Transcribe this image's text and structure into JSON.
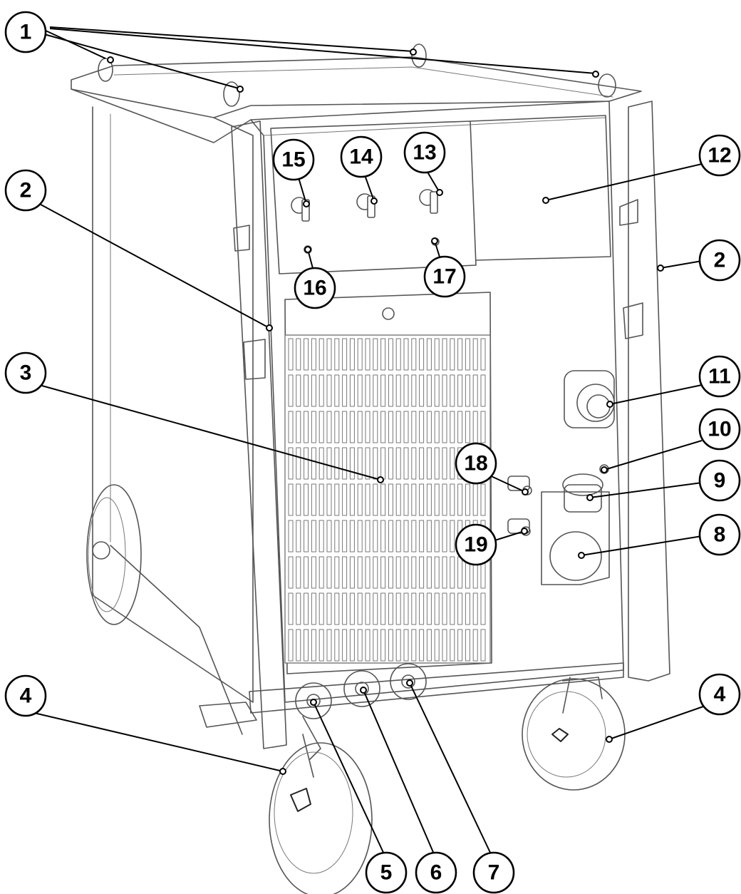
{
  "callouts": [
    {
      "id": "c1",
      "label": "1"
    },
    {
      "id": "c2a",
      "label": "2"
    },
    {
      "id": "c2b",
      "label": "2"
    },
    {
      "id": "c3",
      "label": "3"
    },
    {
      "id": "c4a",
      "label": "4"
    },
    {
      "id": "c4b",
      "label": "4"
    },
    {
      "id": "c5",
      "label": "5"
    },
    {
      "id": "c6",
      "label": "6"
    },
    {
      "id": "c7",
      "label": "7"
    },
    {
      "id": "c8",
      "label": "8"
    },
    {
      "id": "c9",
      "label": "9"
    },
    {
      "id": "c10",
      "label": "10"
    },
    {
      "id": "c11",
      "label": "11"
    },
    {
      "id": "c12",
      "label": "12"
    },
    {
      "id": "c13",
      "label": "13"
    },
    {
      "id": "c14",
      "label": "14"
    },
    {
      "id": "c15",
      "label": "15"
    },
    {
      "id": "c16",
      "label": "16"
    },
    {
      "id": "c17",
      "label": "17"
    },
    {
      "id": "c18",
      "label": "18"
    },
    {
      "id": "c19",
      "label": "19"
    }
  ]
}
